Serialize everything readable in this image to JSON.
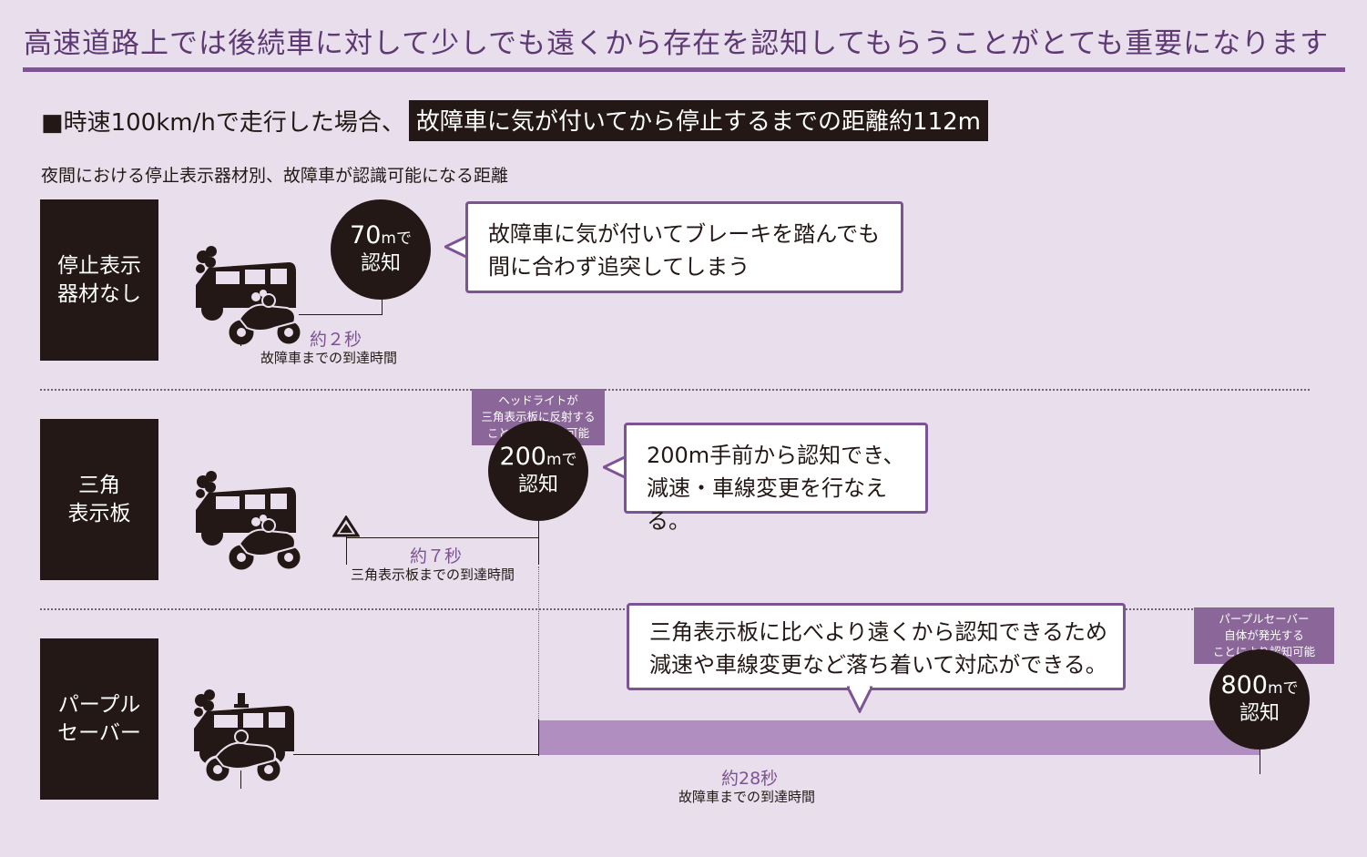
{
  "title": "高速道路上では後続車に対して少しでも遠くから存在を認知してもらうことがとても重要になります",
  "headline": {
    "prefix": "■時速100km/hで走行した場合、",
    "highlight": "故障車に気が付いてから停止するまでの距離約112m"
  },
  "subtitle": "夜間における停止表示器材別、故障車が認識可能になる距離",
  "colors": {
    "accent": "#7d5493",
    "dark": "#231815",
    "background": "#e9dfec",
    "bar": "#b08fc0",
    "tag": "#8a6699"
  },
  "rows": [
    {
      "label": "停止表示\n器材なし",
      "circle": {
        "distance": "70",
        "unit": "mで",
        "recog": "認知"
      },
      "bubble": "故障車に気が付いてブレーキを踏んでも\n間に合わず追突してしまう",
      "time": "約２秒",
      "time_caption": "故障車までの到達時間",
      "icons": [
        "smoke-icon",
        "car-icon",
        "motorcycle-icon"
      ]
    },
    {
      "label": "三角\n表示板",
      "tag": "ヘッドライトが\n三角表示板に反射する\nことにより認知可能",
      "circle": {
        "distance": "200",
        "unit": "mで",
        "recog": "認知"
      },
      "bubble": "200m手前から認知でき、\n減速・車線変更を行なえる。",
      "time": "約７秒",
      "time_caption": "三角表示板までの到達時間",
      "icons": [
        "smoke-icon",
        "car-icon",
        "motorcycle-icon",
        "warning-triangle-icon"
      ]
    },
    {
      "label": "パープル\nセーバー",
      "tag": "パープルセーバー\n自体が発光する\nことにより認知可能",
      "circle": {
        "distance": "800",
        "unit": "mで",
        "recog": "認知"
      },
      "bubble": "三角表示板に比べより遠くから認知できるため\n減速や車線変更など落ち着いて対応ができる。",
      "time": "約28秒",
      "time_caption": "故障車までの到達時間",
      "icons": [
        "smoke-icon",
        "car-icon",
        "purple-saver-light-icon",
        "motorcycle-icon"
      ]
    }
  ]
}
